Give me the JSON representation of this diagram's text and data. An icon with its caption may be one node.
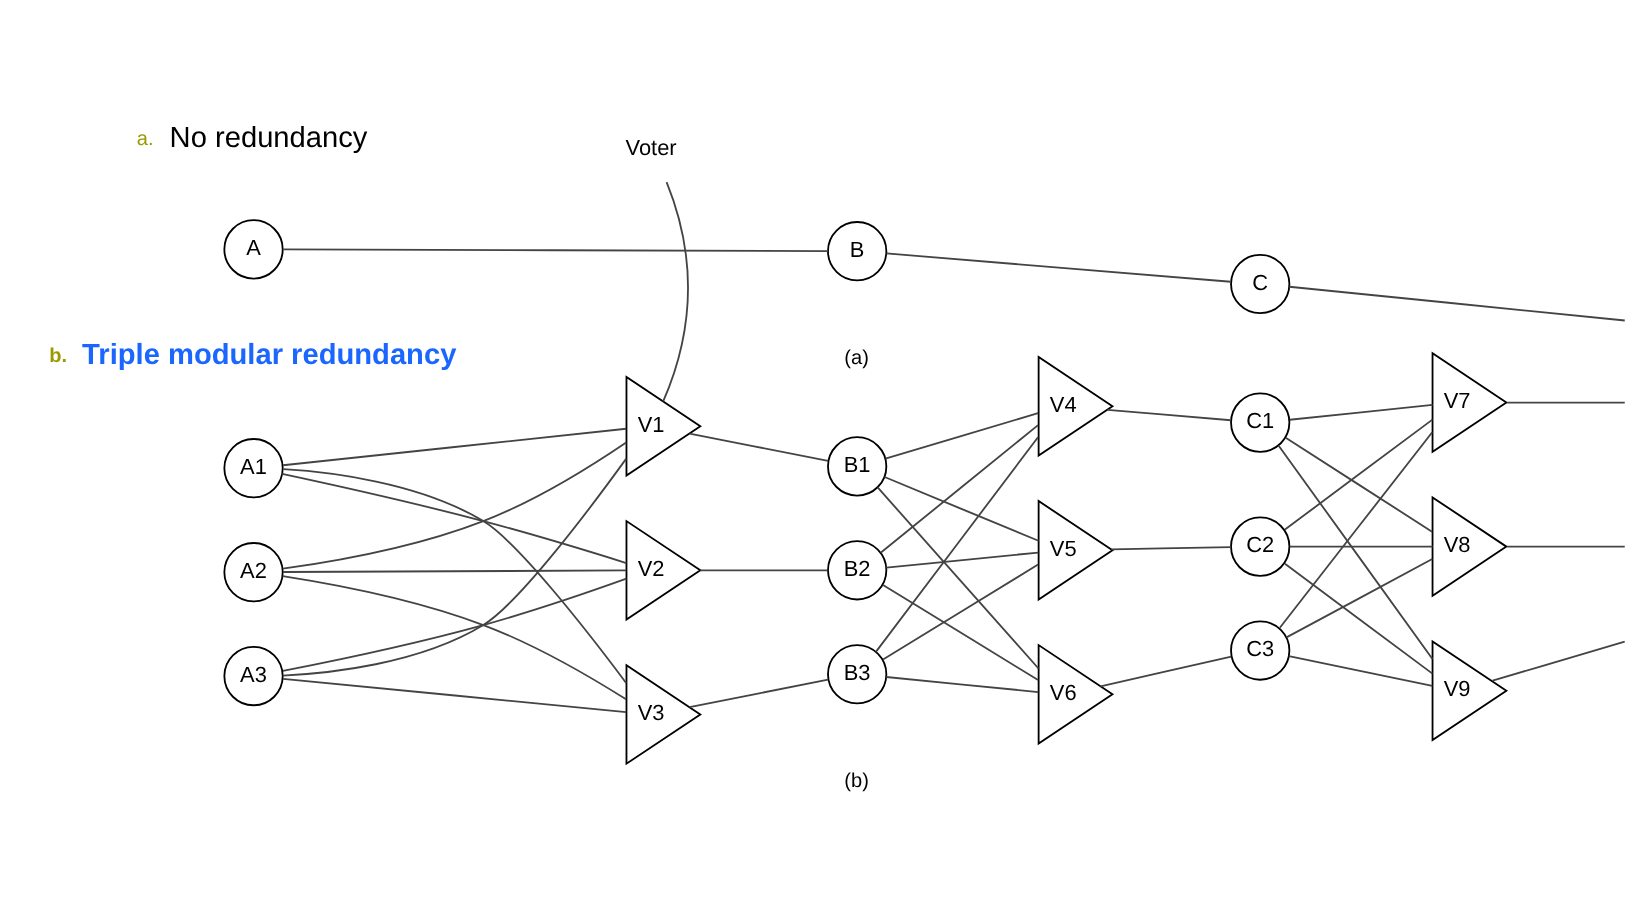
{
  "diagram": {
    "nodes": [
      {
        "text": [
          "A"
        ]
      },
      {
        "text": [
          "B"
        ]
      },
      {
        "text": [
          "C"
        ]
      },
      {
        "text": [
          "Voter"
        ]
      },
      {
        "text": [
          "A1"
        ]
      },
      {
        "text": [
          "V1"
        ]
      },
      {
        "text": [
          "B1"
        ]
      },
      {
        "text": [
          "V4"
        ]
      },
      {
        "text": [
          "C1"
        ]
      },
      {
        "text": [
          "V7"
        ]
      },
      {
        "text": [
          "A2"
        ]
      },
      {
        "text": [
          "V2"
        ]
      },
      {
        "text": [
          "B2"
        ]
      },
      {
        "text": [
          "V5"
        ]
      },
      {
        "text": [
          "C2"
        ]
      },
      {
        "text": [
          "V8"
        ]
      },
      {
        "text": [
          "A3"
        ]
      },
      {
        "text": [
          "V3"
        ]
      },
      {
        "text": [
          "B3"
        ]
      },
      {
        "text": [
          "V6"
        ]
      },
      {
        "text": [
          "C3"
        ]
      },
      {
        "text": [
          "V9"
        ]
      }
    ],
    "edges": [
      {
        "from": 0,
        "to": 1,
        "arrow": "none"
      },
      {
        "from": 1,
        "to": 2,
        "arrow": "none"
      },
      {
        "from": 2,
        "to": null,
        "arrow": "none"
      },
      {
        "from": 3,
        "to": 5,
        "arrow": "none"
      },
      {
        "from": 4,
        "to": 5,
        "arrow": "none"
      },
      {
        "from": 4,
        "to": 11,
        "arrow": "none"
      },
      {
        "from": 4,
        "to": 17,
        "arrow": "none"
      },
      {
        "from": 10,
        "to": 5,
        "arrow": "none"
      },
      {
        "from": 10,
        "to": 11,
        "arrow": "none"
      },
      {
        "from": 10,
        "to": 17,
        "arrow": "none"
      },
      {
        "from": 16,
        "to": 5,
        "arrow": "none"
      },
      {
        "from": 16,
        "to": 11,
        "arrow": "none"
      },
      {
        "from": 16,
        "to": 17,
        "arrow": "none"
      },
      {
        "from": 5,
        "to": 6,
        "arrow": "none"
      },
      {
        "from": 11,
        "to": 12,
        "arrow": "none"
      },
      {
        "from": 17,
        "to": 18,
        "arrow": "none"
      },
      {
        "from": 6,
        "to": 7,
        "arrow": "none"
      },
      {
        "from": 6,
        "to": 13,
        "arrow": "none"
      },
      {
        "from": 6,
        "to": 19,
        "arrow": "none"
      },
      {
        "from": 12,
        "to": 7,
        "arrow": "none"
      },
      {
        "from": 12,
        "to": 13,
        "arrow": "none"
      },
      {
        "from": 12,
        "to": 19,
        "arrow": "none"
      },
      {
        "from": 18,
        "to": 7,
        "arrow": "none"
      },
      {
        "from": 18,
        "to": 13,
        "arrow": "none"
      },
      {
        "from": 18,
        "to": 19,
        "arrow": "none"
      },
      {
        "from": 7,
        "to": 8,
        "arrow": "none"
      },
      {
        "from": 13,
        "to": 14,
        "arrow": "none"
      },
      {
        "from": 19,
        "to": 20,
        "arrow": "none"
      },
      {
        "from": 8,
        "to": 9,
        "arrow": "none"
      },
      {
        "from": 8,
        "to": 15,
        "arrow": "none"
      },
      {
        "from": 8,
        "to": 21,
        "arrow": "none"
      },
      {
        "from": 14,
        "to": 9,
        "arrow": "none"
      },
      {
        "from": 14,
        "to": 15,
        "arrow": "none"
      },
      {
        "from": 14,
        "to": 21,
        "arrow": "none"
      },
      {
        "from": 20,
        "to": 9,
        "arrow": "none"
      },
      {
        "from": 20,
        "to": 15,
        "arrow": "none"
      },
      {
        "from": 20,
        "to": 21,
        "arrow": "none"
      },
      {
        "from": 9,
        "to": null,
        "arrow": "none"
      },
      {
        "from": 15,
        "to": null,
        "arrow": "none"
      },
      {
        "from": 21,
        "to": null,
        "arrow": "none"
      }
    ],
    "labels": [
      "a.",
      "No redundancy",
      "(a)",
      "b.",
      "Triple modular redundancy",
      "(b)"
    ]
  }
}
